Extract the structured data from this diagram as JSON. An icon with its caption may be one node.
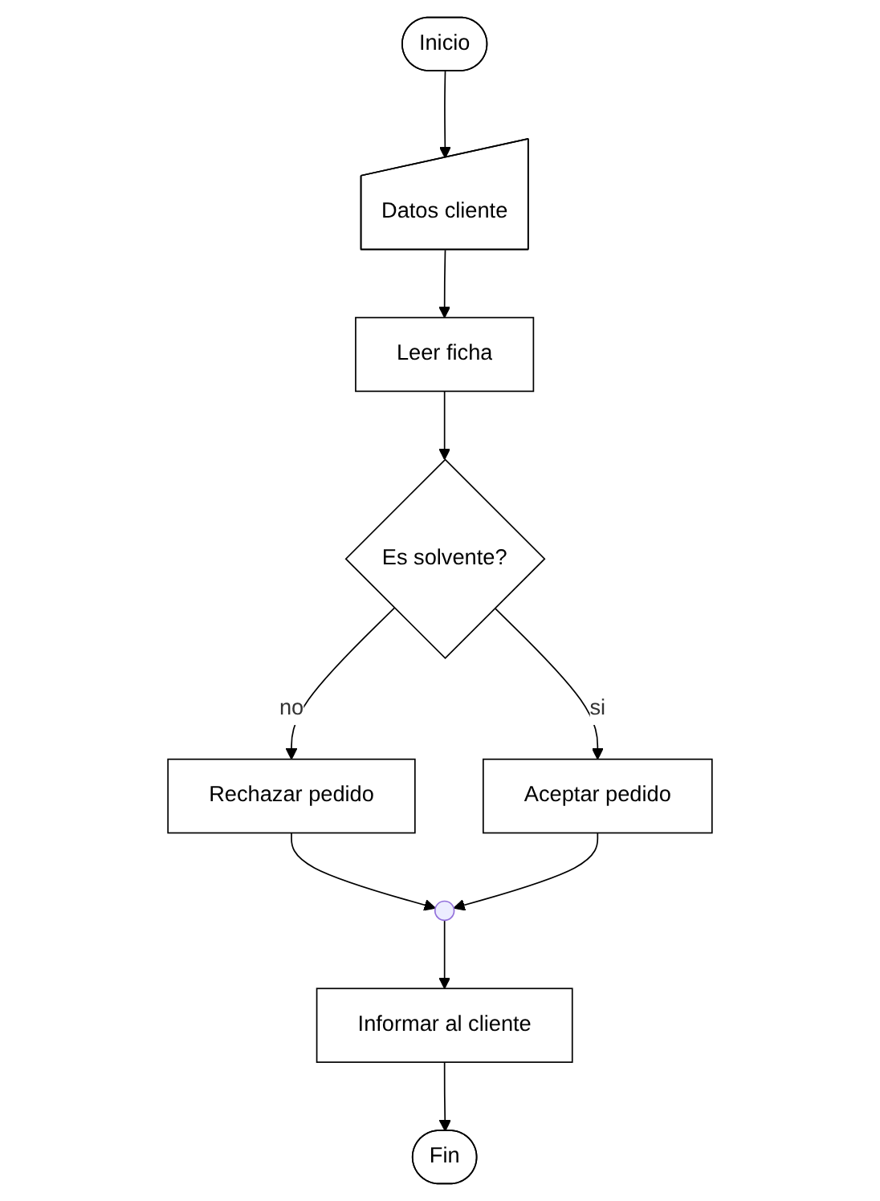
{
  "diagram": {
    "nodes": [
      {
        "text": [
          "Inicio"
        ]
      },
      {
        "text": [
          "Datos cliente"
        ]
      },
      {
        "text": [
          "Leer ficha"
        ]
      },
      {
        "text": [
          "Es solvente?"
        ]
      },
      {
        "text": [
          "Aceptar pedido"
        ]
      },
      {
        "text": [
          "Rechazar pedido"
        ]
      },
      {
        "text": [],
        "shape": "circle"
      },
      {
        "text": [
          "Informar al cliente"
        ]
      },
      {
        "text": [
          "Fin"
        ]
      }
    ],
    "edges": [
      {
        "from": 0,
        "to": 1,
        "arrow": "to"
      },
      {
        "from": 1,
        "to": 2,
        "arrow": "to"
      },
      {
        "from": 2,
        "to": 3,
        "arrow": "to"
      },
      {
        "from": 3,
        "to": 4,
        "arrow": "to",
        "label": "si"
      },
      {
        "from": 3,
        "to": 5,
        "arrow": "to",
        "label": "no"
      },
      {
        "from": 5,
        "to": 6,
        "arrow": "to"
      },
      {
        "from": 4,
        "to": 6,
        "arrow": "to"
      },
      {
        "from": 6,
        "to": 7,
        "arrow": "to"
      },
      {
        "from": 7,
        "to": 8,
        "arrow": "to"
      }
    ]
  }
}
